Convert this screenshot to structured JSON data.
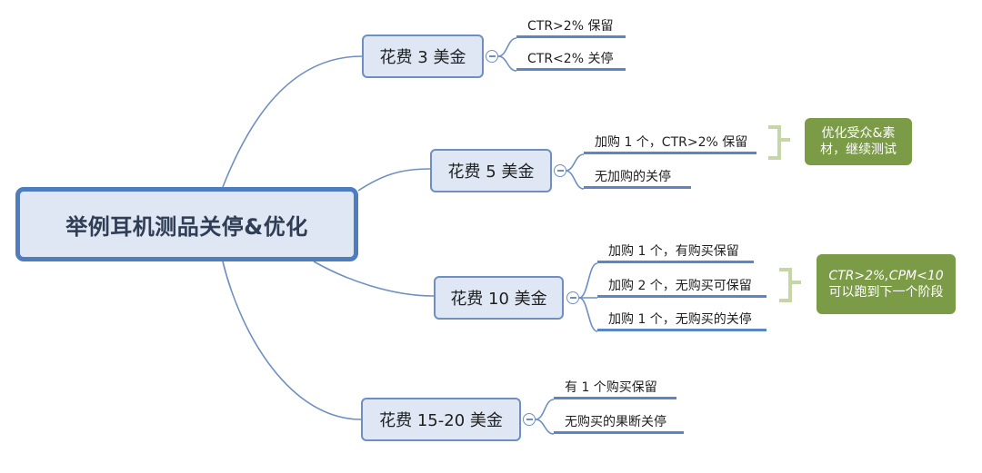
{
  "root": {
    "label": "举例耳机测品关停&优化"
  },
  "branches": [
    {
      "label": "花费 3 美金",
      "leaves": [
        "CTR>2% 保留",
        "CTR<2% 关停"
      ]
    },
    {
      "label": "花费 5 美金",
      "leaves": [
        "加购 1 个，CTR>2% 保留",
        "无加购的关停"
      ]
    },
    {
      "label": "花费 10 美金",
      "leaves": [
        "加购 1 个，有购买保留",
        "加购 2 个，无购买可保留",
        "加购 1 个，无购买的关停"
      ]
    },
    {
      "label": "花费 15-20 美金",
      "leaves": [
        "有 1 个购买保留",
        "无购买的果断关停"
      ]
    }
  ],
  "notes": [
    {
      "line1": "优化受众&素",
      "line2": "材，继续测试"
    },
    {
      "line1": "CTR>2%,CPM<10",
      "line2": "可以跑到下一个阶段"
    }
  ],
  "colors": {
    "connector": "#6f8fc0",
    "node_fill": "#dfe7f4",
    "note_fill": "#7c9b46",
    "brace": "#c7d6a8"
  }
}
